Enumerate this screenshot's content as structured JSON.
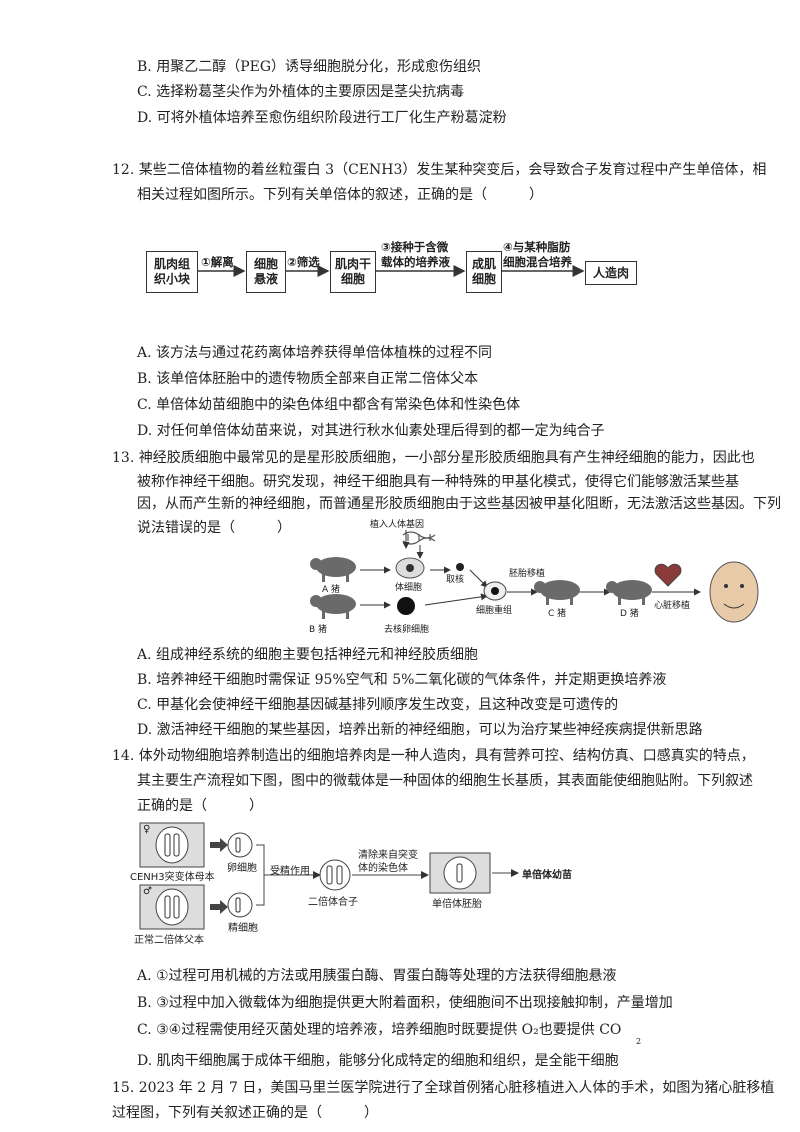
{
  "q11": {
    "optB": "B. 用聚乙二醇（PEG）诱导细胞脱分化，形成愈伤组织",
    "optC": "C. 选择粉葛茎尖作为外植体的主要原因是茎尖抗病毒",
    "optD": "D. 可将外植体培养至愈伤组织阶段进行工厂化生产粉葛淀粉"
  },
  "q12": {
    "stem1": "12. 某些二倍体植物的着丝粒蛋白 3（CENH3）发生某种突变后，会导致合子发育过程中产生单倍体，相",
    "stem2": "相关过程如图所示。下列有关单倍体的叙述，正确的是（　　　）",
    "optA": "A. 该方法与通过花药离体培养获得单倍体植株的过程不同",
    "optB": "B. 该单倍体胚胎中的遗传物质全部来自正常二倍体父本",
    "optC": "C. 单倍体幼苗细胞中的染色体组中都含有常染色体和性染色体",
    "optD": "D. 对任何单倍体幼苗来说，对其进行秋水仙素处理后得到的都一定为纯合子"
  },
  "flow": {
    "box1": "肌肉组织小块",
    "step1": "①解离",
    "box2": "细胞悬液",
    "step2": "②筛选",
    "box3": "肌肉干细胞",
    "step3a": "③接种于含微",
    "step3b": "载体的培养液",
    "box4": "成肌细胞",
    "step4a": "④与某种脂肪",
    "step4b": "细胞混合培养",
    "box5": "人造肉"
  },
  "q13": {
    "stem1": "13. 神经胶质细胞中最常见的是星形胶质细胞，一小部分星形胶质细胞具有产生神经细胞的能力，因此也",
    "stem2": "被称作神经干细胞。研究发现，神经干细胞具有一种特殊的甲基化模式，使得它们能够激活某些基",
    "stem3": "因，从而产生新的神经细胞，而普通星形胶质细胞由于这些基因被甲基化阻断，无法激活这些基因。下列",
    "stem4": "说法错误的是（　　　）",
    "optA": "A. 组成神经系统的细胞主要包括神经元和神经胶质细胞",
    "optB": "B. 培养神经干细胞时需保证 95%空气和 5%二氧化碳的气体条件，并定期更换培养液",
    "optC": "C. 甲基化会使神经干细胞基因碱基排列顺序发生改变，且这种改变是可遗传的",
    "optD": "D. 激活神经干细胞的某些基因，培养出新的神经细胞，可以为治疗某些神经疾病提供新思路"
  },
  "pig": {
    "gene": "植入人体基因",
    "pigA": "A 猪",
    "bodycell": "体细胞",
    "nucleus": "取核",
    "transfer": "胚胎移植",
    "recombine": "细胞重组",
    "pigB": "B 猪",
    "egg": "去核卵细胞",
    "pigC": "C 猪",
    "pigD": "D 猪",
    "heart": "心脏移植"
  },
  "q14": {
    "stem1": "14. 体外动物细胞培养制造出的细胞培养肉是一种人造肉，具有营养可控、结构仿真、口感真实的特点，",
    "stem2": "其主要生产流程如下图，图中的微载体是一种固体的细胞生长基质，其表面能使细胞贴附。下列叙述",
    "stem3": "正确的是（　　　）",
    "optA": "A. ①过程可用机械的方法或用胰蛋白酶、胃蛋白酶等处理的方法获得细胞悬液",
    "optB": "B. ③过程中加入微载体为细胞提供更大附着面积，使细胞间不出现接触抑制，产量增加",
    "optC": "C. ③④过程需使用经灭菌处理的培养液，培养细胞时既要提供 O₂也要提供 CO",
    "optC_sub": "2",
    "optD": "D. 肌肉干细胞属于成体干细胞，能够分化成特定的细胞和组织，是全能干细胞"
  },
  "haploid": {
    "female": "♀",
    "male": "♂",
    "mutant": "CENH3突变体母本",
    "egg": "卵细胞",
    "fert": "受精作用",
    "zygote": "二倍体合子",
    "remove1": "清除来自突变",
    "remove2": "体的染色体",
    "embryo": "单倍体胚胎",
    "seedling": "单倍体幼苗",
    "normal": "正常二倍体父本",
    "sperm": "精细胞"
  },
  "q15": {
    "stem1": "15. 2023 年 2 月 7 日，美国马里兰医学院进行了全球首例猪心脏移植进入人体的手术，如图为猪心脏移植",
    "stem2": "过程图，下列有关叙述正确的是（　　　）"
  }
}
